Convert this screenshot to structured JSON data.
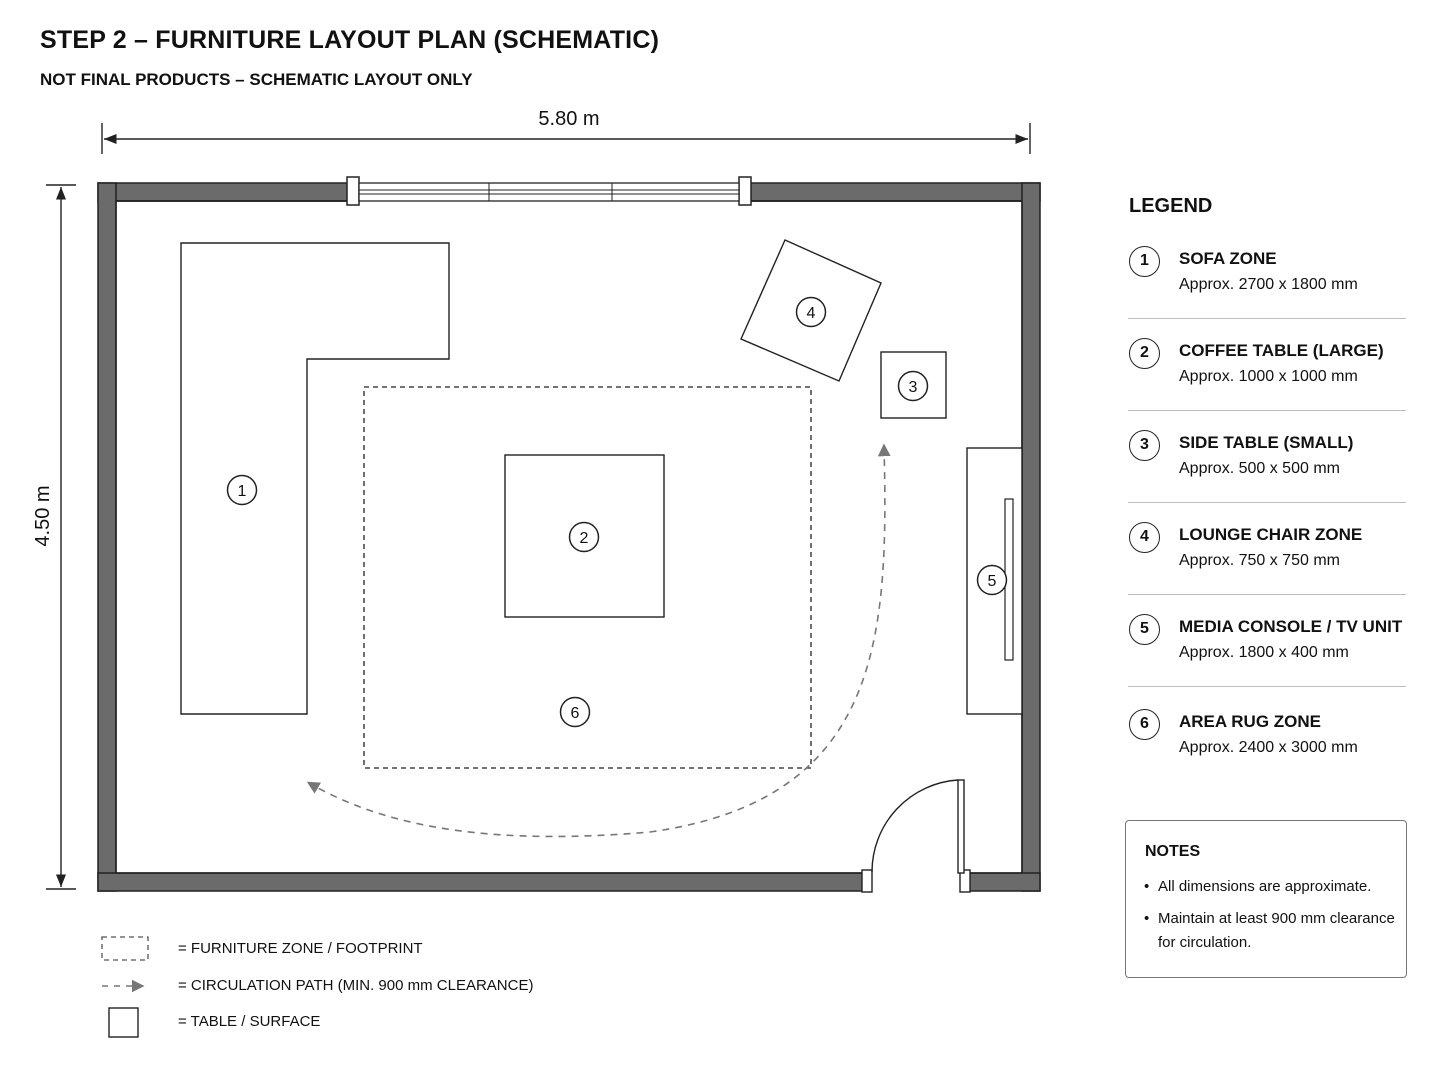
{
  "header": {
    "title": "STEP 2 – FURNITURE LAYOUT PLAN (SCHEMATIC)",
    "subtitle": "NOT FINAL PRODUCTS – SCHEMATIC LAYOUT ONLY"
  },
  "dimensions": {
    "width_label": "5.80 m",
    "height_label": "4.50 m"
  },
  "plan_markers": {
    "sofa": "1",
    "coffee_table": "2",
    "side_table": "3",
    "lounge_chair": "4",
    "media_console": "5",
    "area_rug": "6"
  },
  "legend": {
    "title": "LEGEND",
    "items": [
      {
        "num": "1",
        "name": "SOFA ZONE",
        "size": "Approx. 2700 x 1800 mm"
      },
      {
        "num": "2",
        "name": "COFFEE TABLE (LARGE)",
        "size": "Approx. 1000 x 1000 mm"
      },
      {
        "num": "3",
        "name": "SIDE TABLE (SMALL)",
        "size": "Approx. 500 x 500 mm"
      },
      {
        "num": "4",
        "name": "LOUNGE CHAIR ZONE",
        "size": "Approx. 750 x 750 mm"
      },
      {
        "num": "5",
        "name": "MEDIA CONSOLE / TV UNIT",
        "size": "Approx. 1800 x 400 mm"
      },
      {
        "num": "6",
        "name": "AREA RUG ZONE",
        "size": "Approx. 2400 x 3000 mm"
      }
    ]
  },
  "notes": {
    "title": "NOTES",
    "items": [
      "All dimensions are approximate.",
      "Maintain at least 900 mm clearance for circulation."
    ]
  },
  "key": {
    "zone": "= FURNITURE ZONE / FOOTPRINT",
    "path": "= CIRCULATION PATH (MIN. 900 mm CLEARANCE)",
    "table": "= TABLE / SURFACE"
  },
  "colors": {
    "wall": "#6b6b6b",
    "line": "#222222",
    "path": "#777777"
  }
}
